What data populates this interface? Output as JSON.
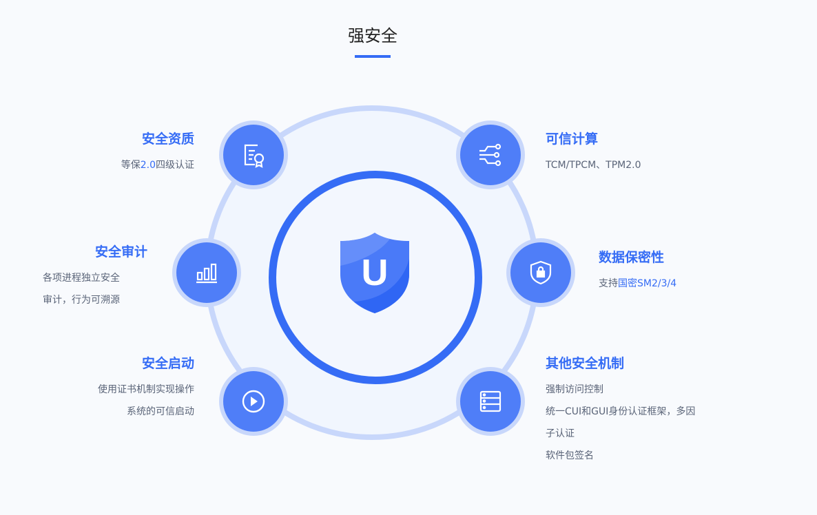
{
  "title": "强安全",
  "center_icon": "shield-u-icon",
  "center_letter": "U",
  "items": [
    {
      "title": "安全资质",
      "lines": [
        "等保",
        "2.0",
        "四级认证"
      ],
      "icon": "certificate-icon"
    },
    {
      "title": "安全审计",
      "lines": [
        "各项进程独立安全",
        "审计，行为可溯源"
      ],
      "icon": "bar-chart-icon"
    },
    {
      "title": "安全启动",
      "lines": [
        "使用证书机制实现操作",
        "系统的可信启动"
      ],
      "icon": "play-icon"
    },
    {
      "title": "可信计算",
      "lines": [
        "TCM/TPCM、TPM2.0"
      ],
      "icon": "circuit-icon"
    },
    {
      "title": "数据保密性",
      "lines": [
        "支持",
        "国密SM2/3/4"
      ],
      "icon": "shield-lock-icon"
    },
    {
      "title": "其他安全机制",
      "lines": [
        "强制访问控制",
        "统一CUI和GUI身份认证框架，多因",
        "子认证",
        "软件包签名"
      ],
      "icon": "server-icon"
    }
  ],
  "colors": {
    "accent": "#356cf5",
    "node": "#4f7ef8",
    "ring": "#c8d7fb"
  }
}
